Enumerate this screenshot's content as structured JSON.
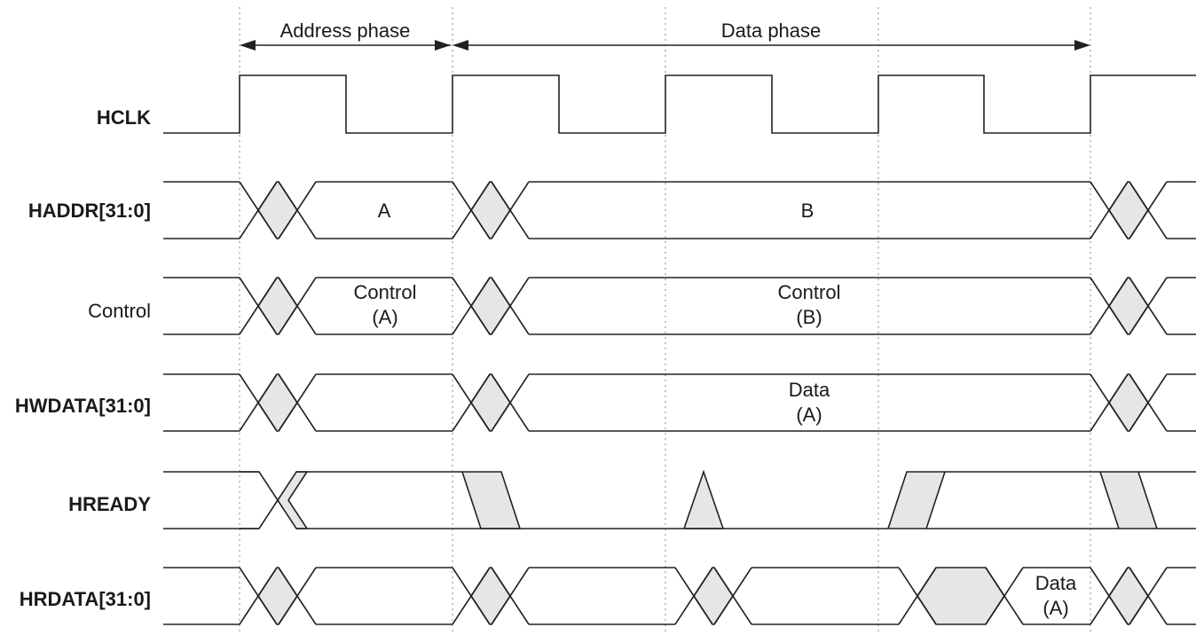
{
  "phases": {
    "address": "Address phase",
    "data": "Data phase"
  },
  "signals": [
    {
      "id": "hclk",
      "label": "HCLK",
      "bold": true
    },
    {
      "id": "haddr",
      "label": "HADDR[31:0]",
      "bold": true
    },
    {
      "id": "control",
      "label": "Control",
      "bold": false
    },
    {
      "id": "hwdata",
      "label": "HWDATA[31:0]",
      "bold": true
    },
    {
      "id": "hready",
      "label": "HREADY",
      "bold": true
    },
    {
      "id": "hrdata",
      "label": "HRDATA[31:0]",
      "bold": true
    }
  ],
  "values": {
    "haddr_a": [
      "A"
    ],
    "haddr_b": [
      "B"
    ],
    "control_a": [
      "Control",
      "(A)"
    ],
    "control_b": [
      "Control",
      "(B)"
    ],
    "hwdata_a": [
      "Data",
      "(A)"
    ],
    "hrdata_a": [
      "Data",
      "(A)"
    ]
  }
}
